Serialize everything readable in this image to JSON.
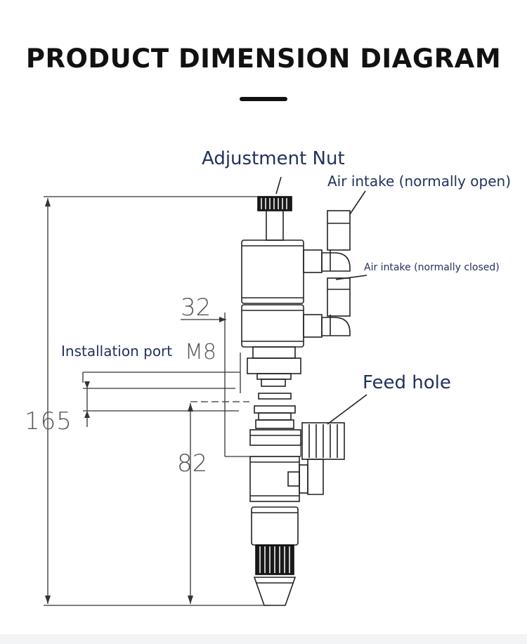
{
  "title": "PRODUCT DIMENSION DIAGRAM",
  "labels": {
    "adjustment_nut": "Adjustment Nut",
    "air_intake_open": "Air intake (normally open)",
    "air_intake_closed": "Air intake (normally closed)",
    "installation_port": "Installation port",
    "feed_hole": "Feed hole"
  },
  "dimensions": {
    "width_32": "32",
    "thread_m8": "M8",
    "overall_height": "165",
    "lower_height": "82"
  },
  "colors": {
    "title": "#111111",
    "callout_text": "#22325c",
    "drawing_line": "#222222",
    "dimension_text": "#555555"
  }
}
